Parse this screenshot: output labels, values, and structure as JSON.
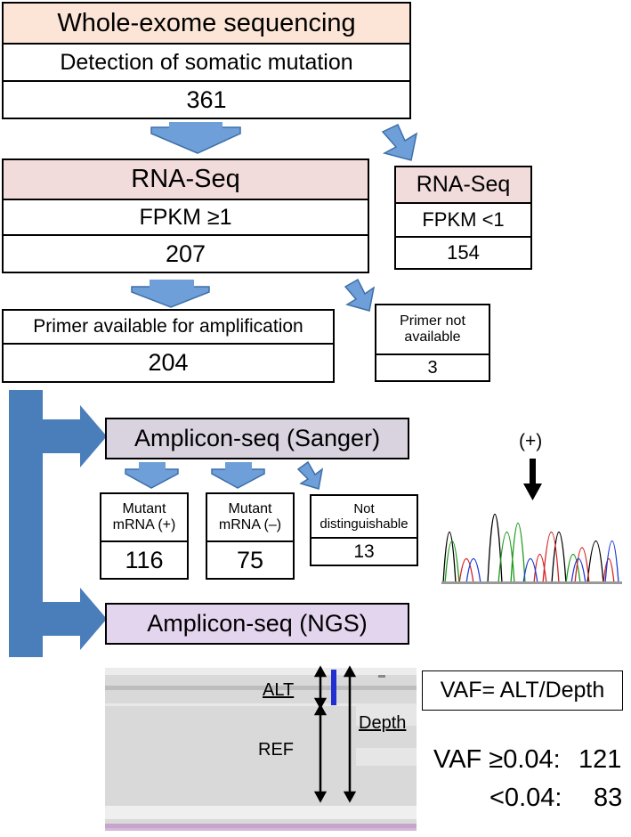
{
  "wes": {
    "title": "Whole-exome sequencing",
    "subtitle": "Detection of somatic mutation",
    "count": "361"
  },
  "rnaseq_main": {
    "title": "RNA-Seq",
    "criterion": "FPKM ≥1",
    "count": "207"
  },
  "rnaseq_side": {
    "title": "RNA-Seq",
    "criterion": "FPKM <1",
    "count": "154"
  },
  "primer_available": {
    "title": "Primer available for amplification",
    "count": "204"
  },
  "primer_not_available": {
    "title_line1": "Primer not",
    "title_line2": "available",
    "count": "3"
  },
  "sanger": {
    "title": "Amplicon-seq (Sanger)"
  },
  "mutant_pos": {
    "line1": "Mutant",
    "line2": "mRNA (+)",
    "count": "116"
  },
  "mutant_neg": {
    "line1": "Mutant",
    "line2": "mRNA (–)",
    "count": "75"
  },
  "not_distinguishable": {
    "line1": "Not",
    "line2": "distinguishable",
    "count": "13"
  },
  "chromatogram": {
    "marker_label": "(+)"
  },
  "ngs": {
    "title": "Amplicon-seq (NGS)"
  },
  "reads": {
    "alt_label": "ALT",
    "ref_label": "REF",
    "depth_label": "Depth"
  },
  "vaf": {
    "formula": "VAF= ALT/Depth",
    "high_label": "VAF ≥0.04:",
    "high_count": "121",
    "low_label": "<0.04:",
    "low_count": "83"
  },
  "colors": {
    "arrow_blue": "#6f9fd8",
    "arrow_stroke": "#3d6fa8",
    "big_arrow": "#4a7ebb",
    "alt_bar": "#1f2fd1"
  }
}
